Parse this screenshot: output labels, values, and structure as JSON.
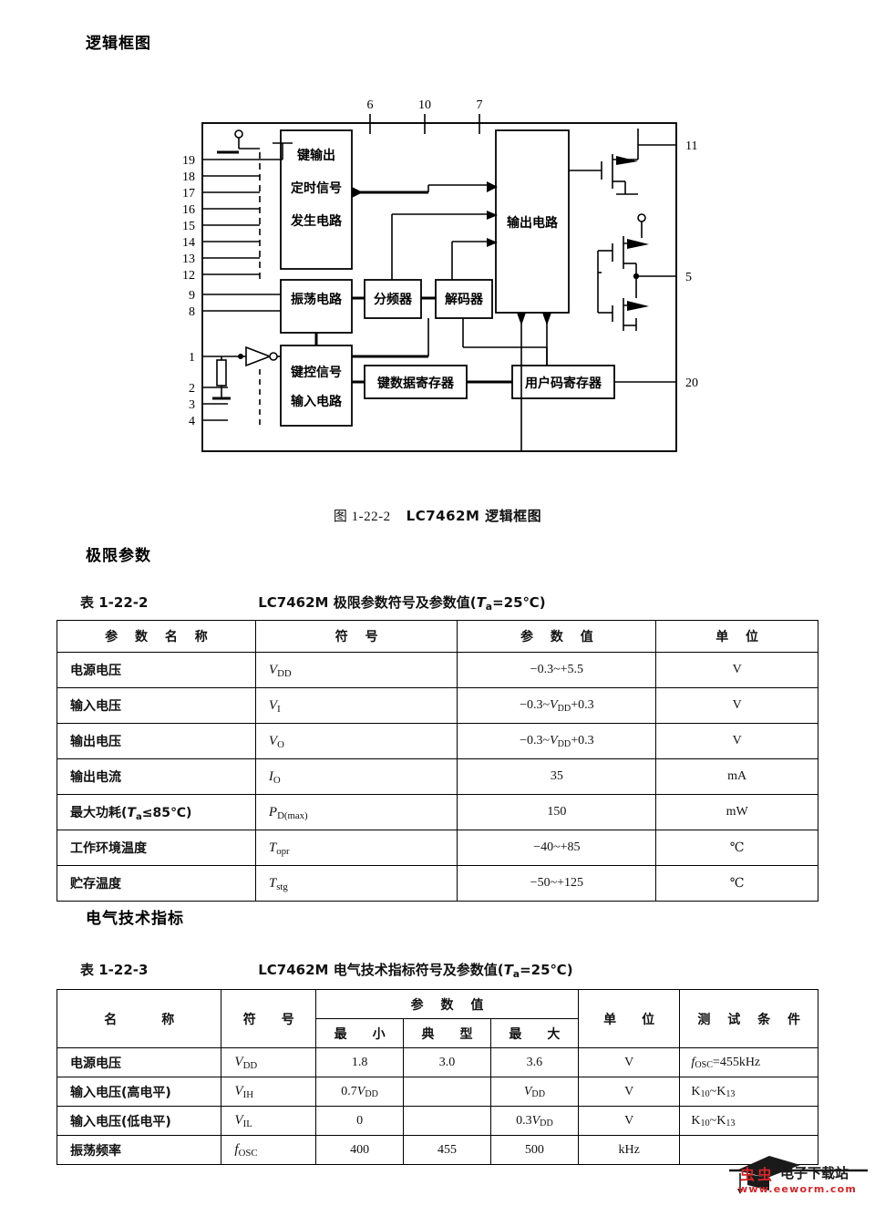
{
  "headings": {
    "logic_diagram": "逻辑框图",
    "limit_params": "极限参数",
    "electrical_spec": "电气技术指标"
  },
  "figure": {
    "caption_number": "图 1-22-2",
    "caption_title": "LC7462M 逻辑框图",
    "blocks": {
      "key_output": "键输出",
      "timing_signal": "定时信号",
      "generator_circuit": "发生电路",
      "oscillator": "振荡电路",
      "divider": "分频器",
      "decoder": "解码器",
      "output_circuit": "输出电路",
      "key_control_signal": "键控信号",
      "input_circuit": "输入电路",
      "key_data_register": "键数据寄存器",
      "user_code_register": "用户码寄存器"
    },
    "pins_left_top": [
      "19",
      "18",
      "17",
      "16",
      "15",
      "14",
      "13",
      "12"
    ],
    "pins_left_mid": [
      "9",
      "8"
    ],
    "pins_left_bottom": [
      "1",
      "2",
      "3",
      "4"
    ],
    "pins_top": [
      "6",
      "10",
      "7"
    ],
    "pins_right": [
      "11",
      "5",
      "20"
    ]
  },
  "table_limits": {
    "caption_number": "表 1-22-2",
    "caption_title": "LC7462M 极限参数符号及参数值(Ta=25℃)",
    "columns": [
      "参 数 名 称",
      "符 号",
      "参 数 值",
      "单 位"
    ],
    "rows": [
      {
        "name": "电源电压",
        "symbol": "V",
        "symbol_sub": "DD",
        "value": "-0.3~+5.5",
        "value_sub": "",
        "unit": "V"
      },
      {
        "name": "输入电压",
        "symbol": "V",
        "symbol_sub": "I",
        "value": "-0.3~VDD+0.3",
        "value_sub": "DD",
        "unit": "V"
      },
      {
        "name": "输出电压",
        "symbol": "V",
        "symbol_sub": "O",
        "value": "-0.3~VDD+0.3",
        "value_sub": "DD",
        "unit": "V"
      },
      {
        "name": "输出电流",
        "symbol": "I",
        "symbol_sub": "O",
        "value": "35",
        "value_sub": "",
        "unit": "mA"
      },
      {
        "name": "最大功耗(Ta≤85℃)",
        "symbol": "P",
        "symbol_sub": "D(max)",
        "value": "150",
        "value_sub": "",
        "unit": "mW"
      },
      {
        "name": "工作环境温度",
        "symbol": "T",
        "symbol_sub": "opr",
        "value": "-40~+85",
        "value_sub": "",
        "unit": "℃"
      },
      {
        "name": "贮存温度",
        "symbol": "T",
        "symbol_sub": "stg",
        "value": "-50~+125",
        "value_sub": "",
        "unit": "℃"
      }
    ]
  },
  "table_electrical": {
    "caption_number": "表 1-22-3",
    "caption_title": "LC7462M 电气技术指标符号及参数值(Ta=25℃)",
    "columns": {
      "name": "名　　称",
      "symbol": "符　号",
      "value_group": "参 数 值",
      "min": "最　小",
      "typ": "典　型",
      "max": "最　大",
      "unit": "单　位",
      "condition": "测 试 条 件"
    },
    "rows": [
      {
        "name": "电源电压",
        "symbol": "V",
        "symbol_sub": "DD",
        "min": "1.8",
        "min_sub": "",
        "typ": "3.0",
        "max": "3.6",
        "max_sub": "",
        "unit": "V",
        "condition": "fOSC=455kHz",
        "cond_sub": "OSC"
      },
      {
        "name": "输入电压(高电平)",
        "symbol": "V",
        "symbol_sub": "IH",
        "min": "0.7VDD",
        "min_sub": "DD",
        "typ": "",
        "max": "VDD",
        "max_sub": "DD",
        "unit": "V",
        "condition": "K10~K13",
        "cond_sub": ""
      },
      {
        "name": "输入电压(低电平)",
        "symbol": "V",
        "symbol_sub": "IL",
        "min": "0",
        "min_sub": "",
        "typ": "",
        "max": "0.3VDD",
        "max_sub": "DD",
        "unit": "V",
        "condition": "K10~K13",
        "cond_sub": ""
      },
      {
        "name": "振荡频率",
        "symbol": "f",
        "symbol_sub": "OSC",
        "min": "400",
        "min_sub": "",
        "typ": "455",
        "max": "500",
        "max_sub": "",
        "unit": "kHz",
        "condition": "",
        "cond_sub": ""
      }
    ]
  },
  "watermark": {
    "bugs": "虫虫",
    "site": "电子下载站",
    "url": "www.eeworm.com",
    "color": "#d4262a"
  }
}
